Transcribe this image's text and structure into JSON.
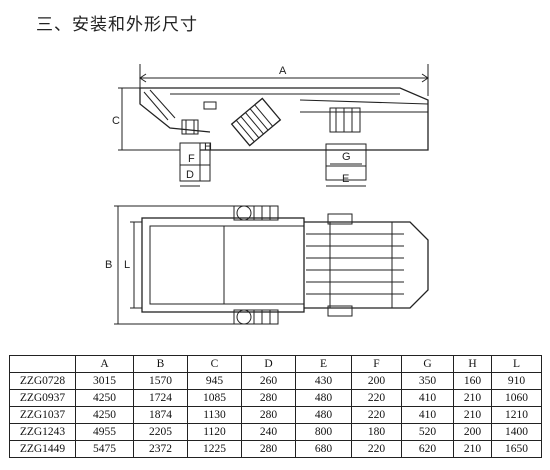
{
  "heading": "三、安装和外形尺寸",
  "drawing_labels": {
    "A": "A",
    "B": "B",
    "C": "C",
    "D": "D",
    "E": "E",
    "F": "F",
    "G": "G",
    "H": "H",
    "L": "L"
  },
  "table": {
    "columns": [
      "",
      "A",
      "B",
      "C",
      "D",
      "E",
      "F",
      "G",
      "H",
      "L"
    ],
    "rows": [
      [
        "ZZG0728",
        "3015",
        "1570",
        "945",
        "260",
        "430",
        "200",
        "350",
        "160",
        "910"
      ],
      [
        "ZZG0937",
        "4250",
        "1724",
        "1085",
        "280",
        "480",
        "220",
        "410",
        "210",
        "1060"
      ],
      [
        "ZZG1037",
        "4250",
        "1874",
        "1130",
        "280",
        "480",
        "220",
        "410",
        "210",
        "1210"
      ],
      [
        "ZZG1243",
        "4955",
        "2205",
        "1120",
        "240",
        "800",
        "180",
        "520",
        "200",
        "1400"
      ],
      [
        "ZZG1449",
        "5475",
        "2372",
        "1225",
        "280",
        "680",
        "220",
        "620",
        "210",
        "1650"
      ]
    ]
  }
}
